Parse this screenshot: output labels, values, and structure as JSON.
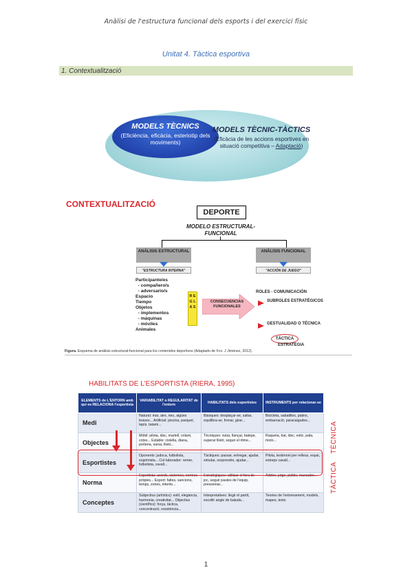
{
  "header": "Anàlisi de l'estructura funcional dels esports i del exercici físic",
  "unit_title": "Unitat 4. Tàctica esportiva",
  "section": "1. Contextualització",
  "models": {
    "tecnics_title": "MODELS TÈCNICS",
    "tecnics_desc": "(Eficiència, eficàcia, esteriotip dels moviments)",
    "tt_title": "MODELS TÈCNIC-TÀCTICS",
    "tt_desc": "(Eficàcia de les accions esportives en situació competitiva –",
    "tt_underline": "Adaptació",
    "tt_close": ")"
  },
  "ctx": {
    "title": "CONTEXTUALITZACIÓ",
    "deporte": "DEPORTE",
    "modelo": "MODELO ESTRUCTURAL-FUNCIONAL",
    "analisis_estructural": "ANÁLISIS ESTRUCTURAL",
    "estructura_interna": "\"ESTRUCTURA INTERNA\"",
    "analisis_funcional": "ANÁLISIS FUNCIONAL",
    "accion_juego": "\"ACCIÓN DE JUEGO\"",
    "participantes": "Participante/es\n  - compañero/s\n  - adversario/s\nEspacio\nTiempo\nObjetos\n  - implementos\n  - máquinas\n  - móviles\nAnimales",
    "reglas": "R E G L A S",
    "consecuencias": "CONSECUENCIAS FUNCIONALES",
    "roles": "ROLES - COMUNICACIÓN",
    "subroles": "SUBROLES ESTRATÉGICOS",
    "gestualidad": "GESTUALIDAD O TÉCNICA",
    "tactica": "TÁCTICA",
    "estrategia": "ESTRATEGIA",
    "caption_bold": "Figura.",
    "caption": "Esquema de análisis estructural-funcional para los contenidos deportivos (Adaptado de Fco. J Jiménez, 2012)."
  },
  "hab": {
    "title": "HABILITATS DE L'ESPORTISTA (RIERA, 1995)",
    "headers": [
      "ELEMENTS de L'ENTORN amb qui es RELACIONA l'esportista",
      "VARIABILITAT o REGULARITAT de l'entorn",
      "HABILITATS dels esportistes",
      "INSTRUMENTS per relacionar-se"
    ],
    "rows": [
      {
        "elem": "Medi",
        "var": "Natural: mar, aire, neu, aigües braves...  Artificial: piscina, parquet, tapís, tatami...",
        "hab": "Bàsiques: desplaçar-se, saltar, equilibra-se, frenar, girar...",
        "ins": "Bicicleta, sabatilles, patins, embarcació, paracaigudes..."
      },
      {
        "elem": "Objectes",
        "var": "Mòbil: pilota, disc, martell, volant, cotxe...  Estable: cistella, diana, porteria, xarxa, llistó...",
        "hab": "Tècniques: xutar, llançar, batejar, superar llistó, seguir el ritme...",
        "ins": "Raqueta, bat, disc, estic, pala, moto..."
      },
      {
        "elem": "Esportistes",
        "var": "Oponents: judoca, futbolista, esgrimista...  Col·laborador: remer, futbolista, cavall...",
        "hab": "Tàctiques: passar, entregar, ajudar, simular, sorprendre, ajudar...",
        "ins": "Pilota, testimoni per relleus, espai, estreps cavall..."
      },
      {
        "elem": "Norma",
        "var": "Esportista: acords, sistemes, normes pròpies...  Esport: faltes, sancions, temps, zones, intents...",
        "hab": "Estratègiques: utilitzar el fora de joc, seguir pautes de l'equip, pressionar...",
        "ins": "Àrbitre, jutge, públic, marcador..."
      },
      {
        "elem": "Conceptes",
        "var": "Subjectius (artístics): estil, elegància, harmonia, creativitat...  Objectius (científics): força, tàctica, concentració, resistència...",
        "hab": "Interpretatives: llegir el partit, escollir angle de batuda...",
        "ins": "Teories de l'entrenament, models, mapes, tests"
      }
    ],
    "side_tecnica": "TÈCNICA",
    "side_tactica": "TÀCTICA"
  },
  "page_number": "1"
}
